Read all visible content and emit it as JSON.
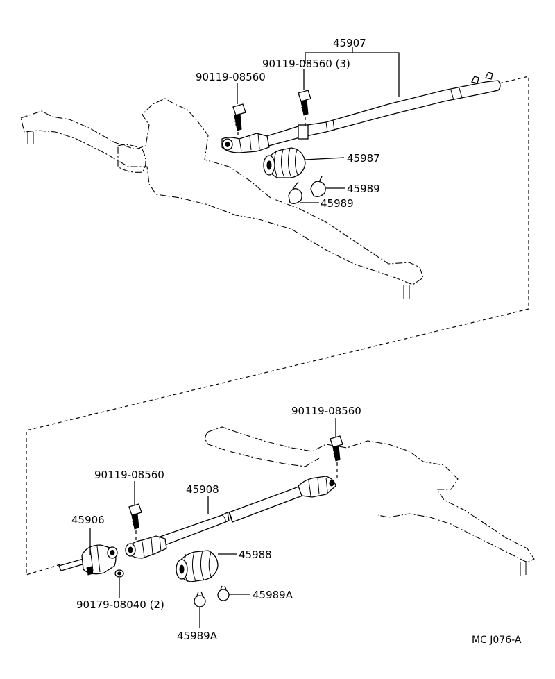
{
  "diagram": {
    "ref_code": "MC J076-A",
    "upper_assembly": {
      "labels": {
        "shaft": "45907",
        "bolt_left": "90119-08560",
        "bolt_right": "90119-08560 (3)",
        "boot": "45987",
        "clamp_a": "45989",
        "clamp_b": "45989"
      }
    },
    "lower_assembly": {
      "labels": {
        "bolt_top": "90119-08560",
        "bolt_mid": "90119-08560",
        "shaft": "45908",
        "joint": "45906",
        "boot": "45988",
        "clamp_right": "45989A",
        "clamp_bottom": "45989A",
        "screw": "90179-08040 (2)"
      }
    }
  }
}
